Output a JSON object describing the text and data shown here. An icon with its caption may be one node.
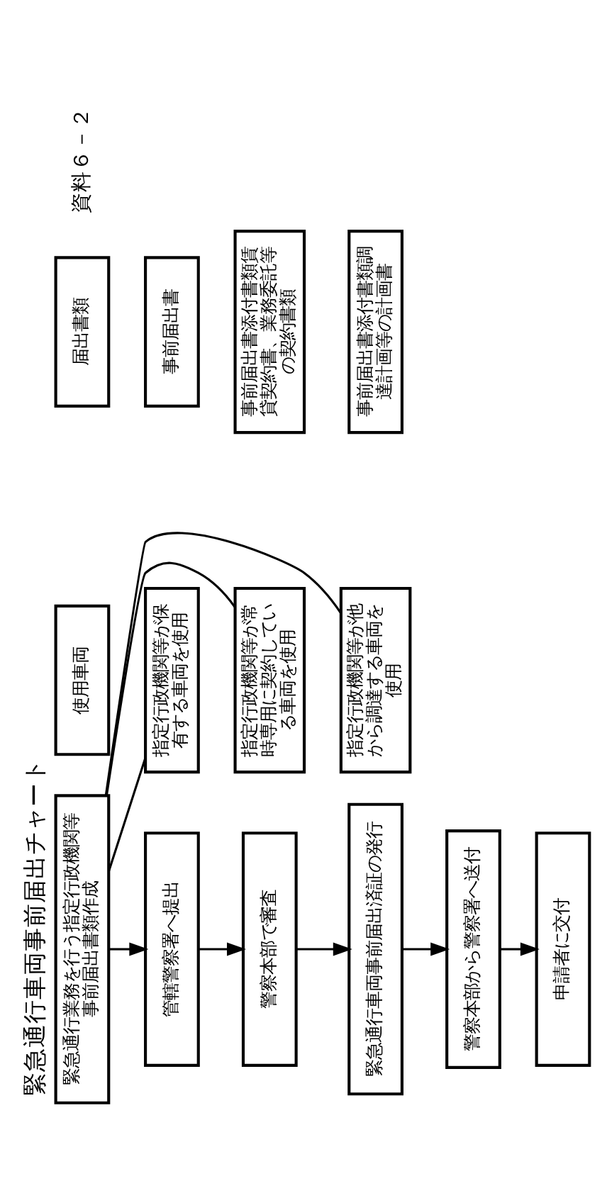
{
  "diagram": {
    "title": "緊急通行車両事前届出チャート",
    "nodes": [
      {
        "text": [
          "緊急通行業務を行う指定行政機関等事前届出書類作成"
        ]
      },
      {
        "text": [
          "管轄警察署へ提出"
        ]
      },
      {
        "text": [
          "警察本部で審査"
        ]
      },
      {
        "text": [
          "緊急通行車両事前届出済証の発行"
        ]
      },
      {
        "text": [
          "警察本部から警察署へ送付"
        ]
      },
      {
        "text": [
          "申請者に交付"
        ]
      },
      {
        "text": [
          "使用車両"
        ]
      },
      {
        "text": [
          "届出書類"
        ]
      },
      {
        "text": [
          "指定行政機関等が保有する車両を使用"
        ]
      },
      {
        "text": [
          "事前届出書"
        ]
      },
      {
        "text": [
          "指定行政機関等が常時専用に契約している車両を使用"
        ]
      },
      {
        "text": [
          "事前届出書添付書類賃貸契約書、業務委託等の契約書類"
        ]
      },
      {
        "text": [
          "指定行政機関等が他から調達する車両を使用"
        ]
      },
      {
        "text": [
          "事前届出書添付書類調達計画等の計画書"
        ]
      }
    ],
    "edges": [
      {
        "from": 0,
        "to": 1,
        "arrow": "to"
      },
      {
        "from": 1,
        "to": 2,
        "arrow": "to"
      },
      {
        "from": 2,
        "to": 3,
        "arrow": "to"
      },
      {
        "from": 3,
        "to": 4,
        "arrow": "to"
      },
      {
        "from": 4,
        "to": 5,
        "arrow": "to"
      },
      {
        "from": 0,
        "to": 8,
        "arrow": "none"
      },
      {
        "from": 0,
        "to": 10,
        "arrow": "none"
      },
      {
        "from": 0,
        "to": 12,
        "arrow": "none"
      }
    ],
    "labels": [
      "資料６－２"
    ]
  }
}
